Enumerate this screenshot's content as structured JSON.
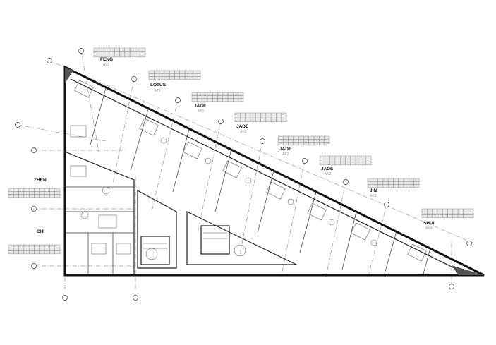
{
  "drawing": {
    "type": "architectural floor plan",
    "units": [
      {
        "label": "FENG",
        "code": "AT1"
      },
      {
        "label": "LOTUS",
        "code": "AT1"
      },
      {
        "label": "JADE",
        "code": "AK1"
      },
      {
        "label": "JADE",
        "code": "AK1"
      },
      {
        "label": "JADE",
        "code": "AK2"
      },
      {
        "label": "JADE",
        "code": "AK2"
      },
      {
        "label": "JIN",
        "code": "AK3"
      },
      {
        "label": "SHUI",
        "code": "AK4"
      },
      {
        "label": "ZHEN",
        "code": ""
      },
      {
        "label": "CHI",
        "code": ""
      }
    ],
    "colors": {
      "line": "#111111",
      "background": "#ffffff",
      "schedule_fill": "#e8e8e8",
      "code_text": "#9a9a9a"
    }
  }
}
